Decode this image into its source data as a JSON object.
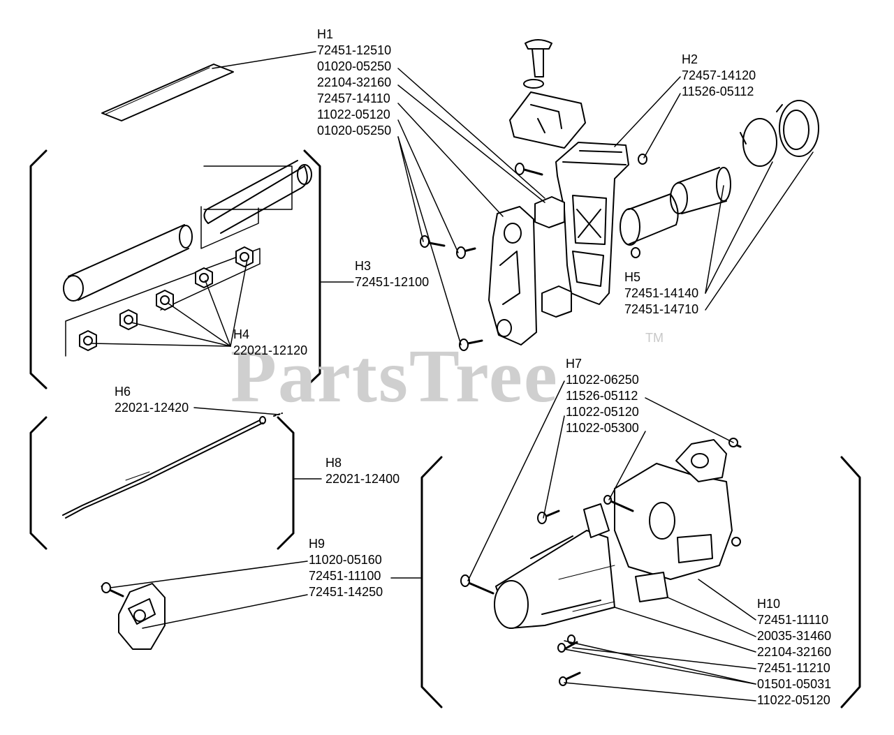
{
  "watermark": {
    "text": "PartsTree",
    "mark": "TM"
  },
  "callouts": {
    "h1": {
      "id": "H1",
      "parts": [
        "72451-12510",
        "01020-05250",
        "22104-32160",
        "72457-14110",
        "11022-05120",
        "01020-05250"
      ]
    },
    "h2": {
      "id": "H2",
      "parts": [
        "72457-14120",
        "11526-05112"
      ]
    },
    "h3": {
      "id": "H3",
      "parts": [
        "72451-12100"
      ]
    },
    "h4": {
      "id": "H4",
      "parts": [
        "22021-12120"
      ]
    },
    "h5": {
      "id": "H5",
      "parts": [
        "72451-14140",
        "72451-14710"
      ]
    },
    "h6": {
      "id": "H6",
      "parts": [
        "22021-12420"
      ]
    },
    "h7": {
      "id": "H7",
      "parts": [
        "11022-06250",
        "11526-05112",
        "11022-05120",
        "11022-05300"
      ]
    },
    "h8": {
      "id": "H8",
      "parts": [
        "22021-12400"
      ]
    },
    "h9": {
      "id": "H9",
      "parts": [
        "11020-05160",
        "72451-11100",
        "72451-14250"
      ]
    },
    "h10": {
      "id": "H10",
      "parts": [
        "72451-11110",
        "20035-31460",
        "22104-32160",
        "72451-11210",
        "01501-05031",
        "11022-05120"
      ]
    }
  },
  "colors": {
    "ink": "#000000",
    "watermark": "#cfcfcf"
  }
}
